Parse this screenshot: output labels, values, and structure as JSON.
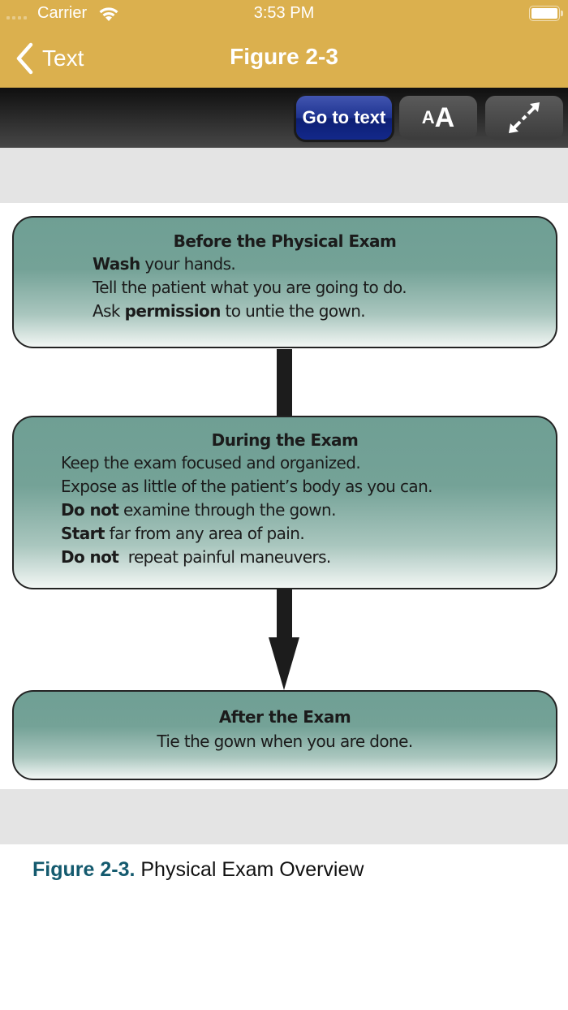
{
  "status_bar": {
    "carrier": "Carrier",
    "time": "3:53 PM",
    "wifi_icon": "wifi-icon",
    "battery_icon": "battery-full-icon"
  },
  "nav_bar": {
    "back_label": "Text",
    "back_icon": "chevron-left-icon",
    "title": "Figure 2-3",
    "background_color": "#dbb04e"
  },
  "toolbar": {
    "go_to_text_label": "Go to text",
    "font_size_small": "A",
    "font_size_large": "A",
    "expand_icon": "expand-arrows-icon",
    "go_to_text_color": "#1e3390"
  },
  "figure": {
    "boxes": [
      {
        "title": "Before the Physical Exam",
        "lines": [
          {
            "bold": "Wash",
            "text": " your hands."
          },
          {
            "bold": "",
            "text": "Tell the patient what you are going to do."
          },
          {
            "pre": "Ask ",
            "bold": "permission",
            "text": " to untie the gown."
          }
        ]
      },
      {
        "title": "During the Exam",
        "lines": [
          {
            "bold": "",
            "text": "Keep the exam focused and organized."
          },
          {
            "bold": "",
            "text": "Expose as little of the patient’s body as you can."
          },
          {
            "bold": "Do not",
            "text": " examine through the gown."
          },
          {
            "bold": "Start",
            "text": " far from any area of pain."
          },
          {
            "bold": "Do not",
            "text": "  repeat painful maneuvers."
          }
        ]
      },
      {
        "title": "After the Exam",
        "lines": [
          {
            "bold": "",
            "text": "Tie the gown when you are done."
          }
        ]
      }
    ],
    "box_color": "#74a297"
  },
  "caption": {
    "figure_number": "Figure 2-3.",
    "text": " Physical Exam Overview",
    "figure_number_color": "#145a6e"
  }
}
